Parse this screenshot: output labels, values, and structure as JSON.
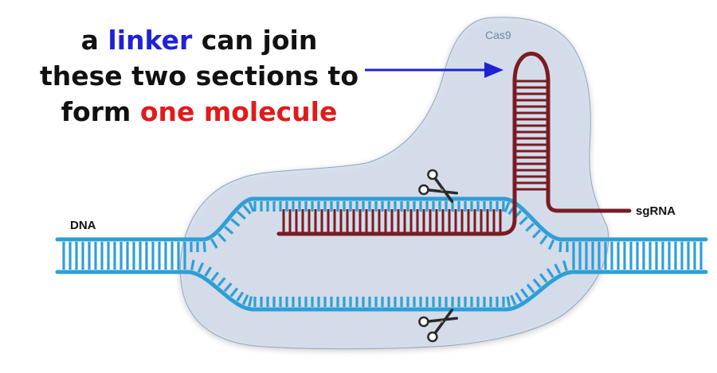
{
  "caption": {
    "line1_part1": "a ",
    "line1_highlight": "linker",
    "line1_part2": " can join",
    "line2": "these two sections to",
    "line3_part1": "form ",
    "line3_highlight": "one molecule"
  },
  "labels": {
    "cas9": "Cas9",
    "dna": "DNA",
    "sgrna": "sgRNA"
  },
  "colors": {
    "highlight_blue": "#1f22d4",
    "highlight_red": "#e01b1b",
    "dna_strand": "#2e9fd6",
    "rna_strand": "#7a1b22",
    "cas9_fill": "#cfdaea",
    "cas9_stroke": "#8fa6c2",
    "arrow": "#1f22d4"
  },
  "icons": [
    "scissors-icon",
    "scissors-icon"
  ]
}
